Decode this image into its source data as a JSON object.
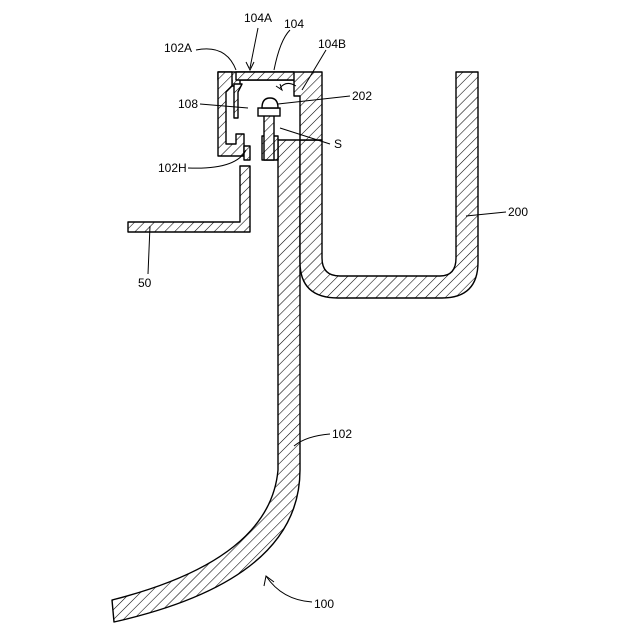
{
  "labels": {
    "l104A": "104A",
    "l104": "104",
    "l102A": "102A",
    "l104B": "104B",
    "l108": "108",
    "l202": "202",
    "lS": "S",
    "l102H": "102H",
    "l200": "200",
    "l50": "50",
    "l102": "102",
    "l100": "100"
  }
}
